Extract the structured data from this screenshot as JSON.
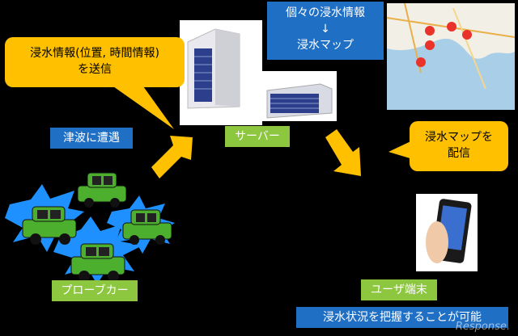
{
  "callout_send": {
    "line1": "浸水情報(位置, 時間情報)",
    "line2": "を送信"
  },
  "callout_distribute": {
    "line1": "浸水マップを",
    "line2": "配信"
  },
  "info_box": {
    "line1": "個々の浸水情報",
    "arrow": "↓",
    "line2": "浸水マップ"
  },
  "tsunami_label": "津波に遭遇",
  "server_label": "サーバー",
  "probe_car_label": "プローブカー",
  "user_terminal_label": "ユーザ端末",
  "bottom_caption": "浸水状況を把握することが可能",
  "watermark": "Response.",
  "colors": {
    "callout": "#ffc000",
    "green_label": "#8dc63f",
    "blue_label": "#1f6fc5",
    "car": "#4caf2e",
    "splash": "#1e90ff",
    "marker": "#e8322a"
  }
}
